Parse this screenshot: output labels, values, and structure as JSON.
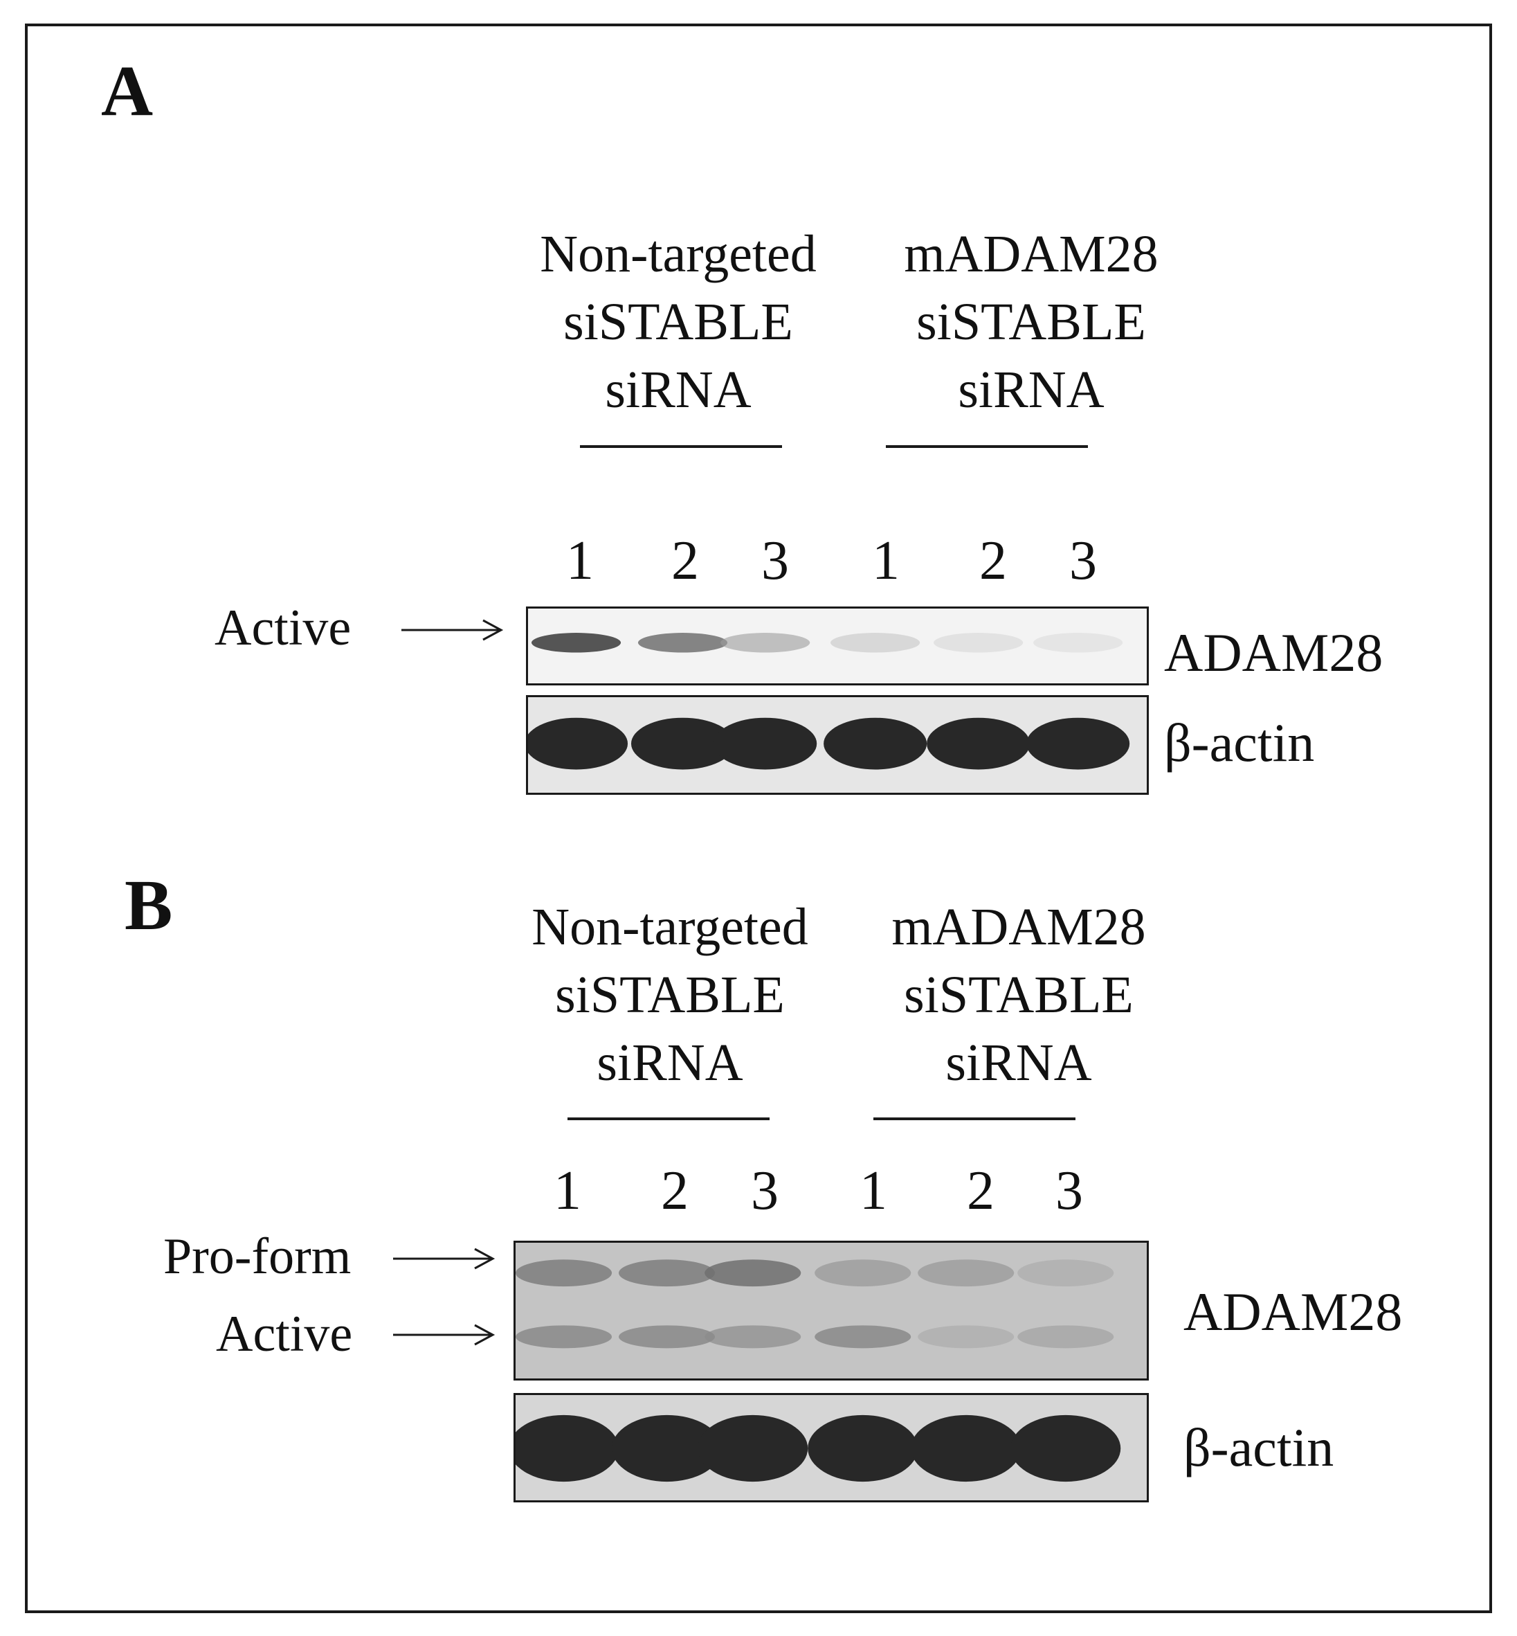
{
  "panels": [
    {
      "letter": "A",
      "groups": [
        {
          "lines": [
            "Non-targeted",
            "siSTABLE",
            "siRNA"
          ]
        },
        {
          "lines": [
            "mADAM28",
            "siSTABLE",
            "siRNA"
          ]
        }
      ],
      "lanes": [
        "1",
        "2",
        "3",
        "1",
        "2",
        "3"
      ],
      "band_labels": [
        "Active"
      ],
      "blots": [
        {
          "protein": "ADAM28",
          "band_intensity": [
            0.75,
            0.6,
            0.35,
            0.2,
            0.12,
            0.1
          ]
        },
        {
          "protein": "β-actin",
          "band_intensity": [
            1,
            1,
            1,
            1,
            1,
            1
          ]
        }
      ]
    },
    {
      "letter": "B",
      "groups": [
        {
          "lines": [
            "Non-targeted",
            "siSTABLE",
            "siRNA"
          ]
        },
        {
          "lines": [
            "mADAM28",
            "siSTABLE",
            "siRNA"
          ]
        }
      ],
      "lanes": [
        "1",
        "2",
        "3",
        "1",
        "2",
        "3"
      ],
      "band_labels": [
        "Pro-form",
        "Active"
      ],
      "blots": [
        {
          "protein": "ADAM28",
          "proform_intensity": [
            0.55,
            0.55,
            0.6,
            0.4,
            0.4,
            0.3
          ],
          "active_intensity": [
            0.5,
            0.5,
            0.45,
            0.5,
            0.3,
            0.35
          ]
        },
        {
          "protein": "β-actin",
          "band_intensity": [
            1,
            1,
            1,
            1,
            1,
            1
          ]
        }
      ]
    }
  ]
}
